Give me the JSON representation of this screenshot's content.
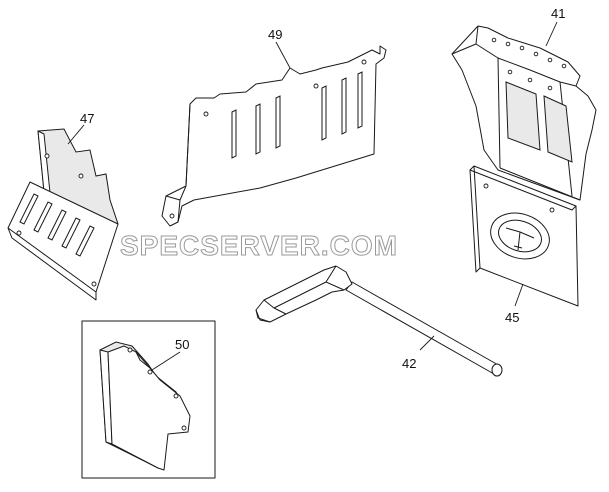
{
  "diagram": {
    "watermark": "SPECSERVER.COM",
    "labels": {
      "p41": "41",
      "p42": "42",
      "p45": "45",
      "p47": "47",
      "p49": "49",
      "p50": "50"
    }
  }
}
